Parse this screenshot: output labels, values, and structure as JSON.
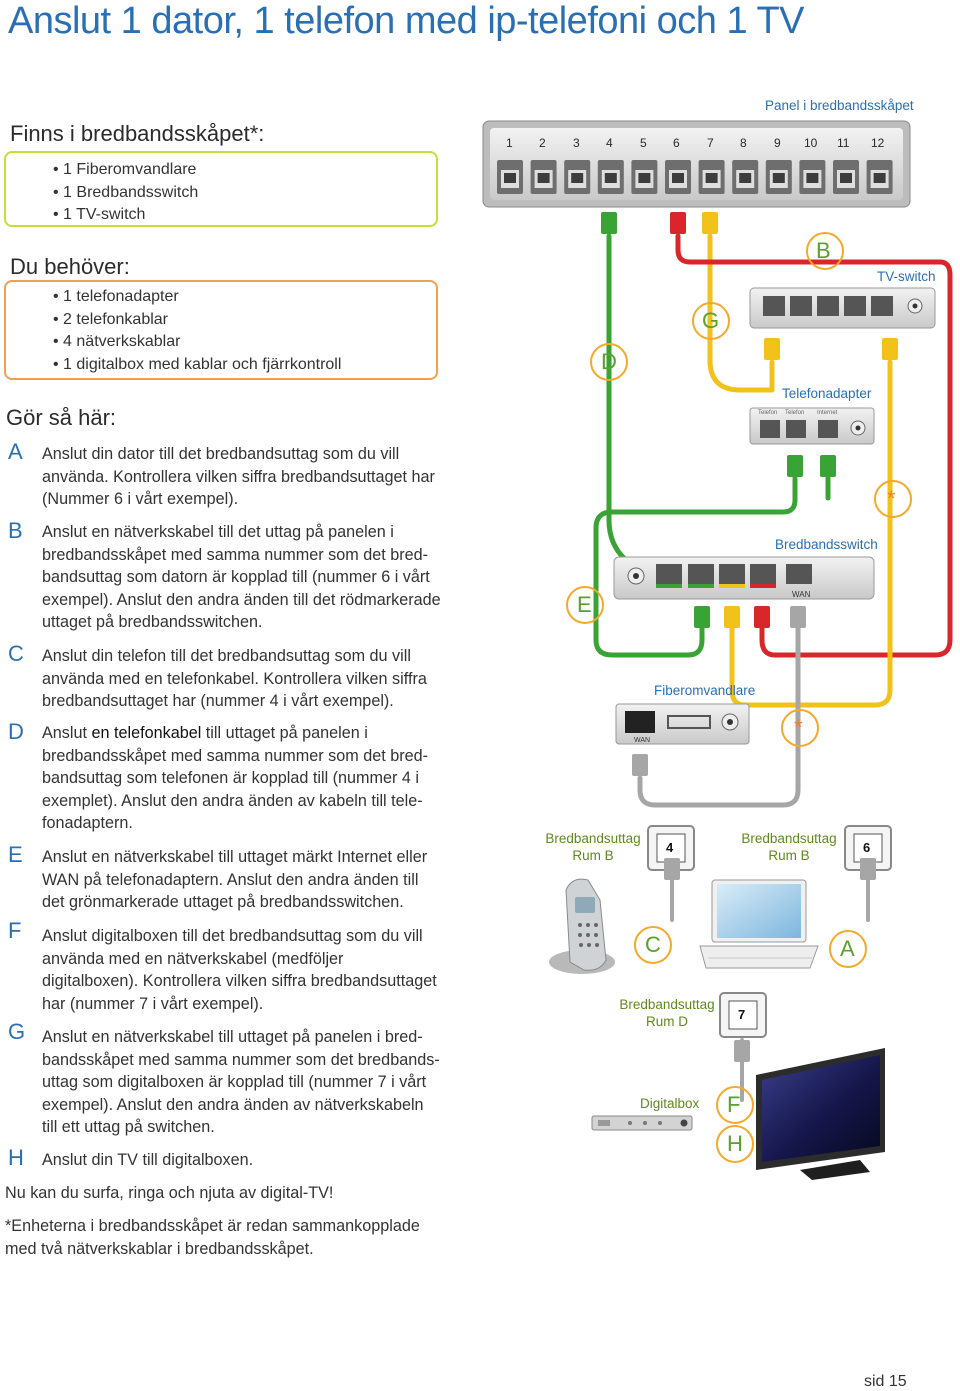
{
  "title": "Anslut 1 dator, 1 telefon med ip-telefoni och 1 TV",
  "in_cabinet": {
    "heading": "Finns i bredbandsskåpet*:",
    "items": [
      "1 Fiberomvandlare",
      "1 Bredbandsswitch",
      "1 TV-switch"
    ]
  },
  "you_need": {
    "heading": "Du behöver:",
    "items": [
      "1 telefonadapter",
      "2 telefonkablar",
      "4 nätverkskablar",
      "1 digitalbox med kablar och fjärrkontroll"
    ]
  },
  "howto": {
    "heading": "Gör så här:",
    "steps": [
      {
        "letter": "A",
        "text": "Anslut din dator till det bredbandsuttag som du vill använda. Kontrollera vilken siffra bredbandsuttaget har (Nummer 6 i vårt exempel)."
      },
      {
        "letter": "B",
        "text": "Anslut en nätverkskabel till det uttag på panelen i bredbandsskåpet med samma nummer som det bred­bandsuttag som datorn är kopplad till (nummer 6 i vårt exempel). Anslut den andra änden till det rödmarkerade uttaget på bredbandsswitchen."
      },
      {
        "letter": "C",
        "text": "Anslut din telefon till det bredbandsuttag som du vill använda med en telefonkabel. Kontrollera vilken siffra bredbandsuttaget har (nummer 4 i vårt exempel)."
      },
      {
        "letter": "D",
        "text_before": "Anslut ",
        "text_highlight": "en telefonkabel",
        "text_after": " till uttaget på panelen i bredbandsskåpet med samma nummer som det bred­bandsuttag som telefonen är kopplad till (nummer 4 i exemplet). Anslut den andra änden av kabeln till tele­fonadaptern."
      },
      {
        "letter": "E",
        "text": "Anslut en nätverkskabel till uttaget märkt Internet eller WAN på telefonadaptern. Anslut den andra änden till det grönmarkerade uttaget på bredbandsswitchen."
      },
      {
        "letter": "F",
        "text": "Anslut digitalboxen till det bredbandsuttag som du vill använda med en nätverkskabel (medföljer digitalboxen). Kontrollera vilken siffra bredbandsuttaget har (nummer 7 i vårt exempel)."
      },
      {
        "letter": "G",
        "text": "Anslut en nätverkskabel till uttaget på panelen i bred­bandsskåpet med samma nummer som det bredbands­uttag som digitalboxen är kopplad till (nummer 7 i vårt exempel). Anslut den andra änden av nätverkskabeln till ett uttag på switchen."
      },
      {
        "letter": "H",
        "text": "Anslut din TV till digitalboxen."
      }
    ],
    "closing": "Nu kan du surfa, ringa och njuta av digital-TV!",
    "footnote": "*Enheterna i bredbandsskåpet är redan sammankopplade med två nätverkskablar i bredbandsskåpet."
  },
  "diagram": {
    "panel_label": "Panel i bredbandsskåpet",
    "panel_ports": [
      "1",
      "2",
      "3",
      "4",
      "5",
      "6",
      "7",
      "8",
      "9",
      "10",
      "11",
      "12"
    ],
    "tv_switch_label": "TV-switch",
    "phone_adapter_label": "Telefonadapter",
    "phone_adapter_ports": [
      "Telefon",
      "Telefon",
      "Internet"
    ],
    "broadband_switch_label": "Bredbandsswitch",
    "wan_label": "WAN",
    "fiber_label": "Fiberomvandlare",
    "fiber_wan_label": "WAN",
    "outlet_b1": {
      "line1": "Bredbandsuttag",
      "line2": "Rum B",
      "number": "4"
    },
    "outlet_b2": {
      "line1": "Bredbandsuttag",
      "line2": "Rum B",
      "number": "6"
    },
    "outlet_d": {
      "line1": "Bredbandsuttag",
      "line2": "Rum D",
      "number": "7"
    },
    "digitalbox_label": "Digitalbox",
    "letters": {
      "A": "A",
      "B": "B",
      "C": "C",
      "D": "D",
      "E": "E",
      "F": "F",
      "G": "G",
      "H": "H"
    },
    "asterisk": "*",
    "colors": {
      "green": "#3aa335",
      "yellow": "#f2c21a",
      "red": "#d9262b",
      "grey": "#a6a6a6",
      "blue": "#2a6fb3"
    }
  },
  "page_number": "sid 15"
}
